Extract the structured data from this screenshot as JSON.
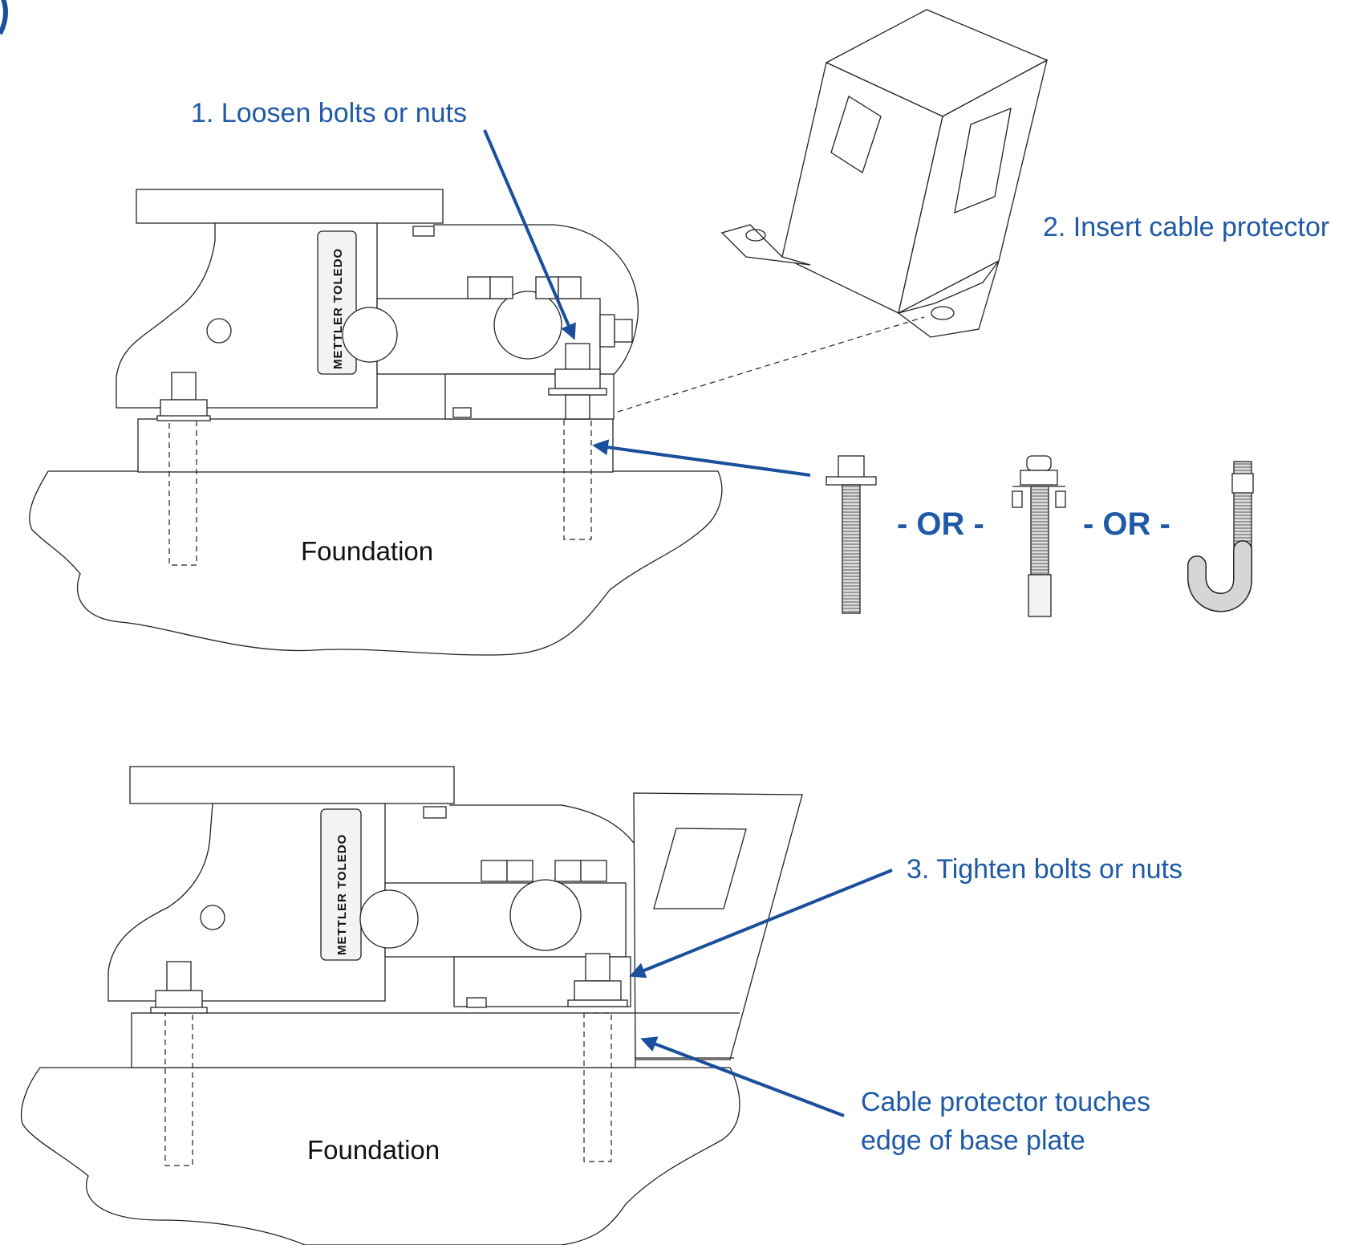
{
  "labels": {
    "step1": "1. Loosen bolts or nuts",
    "step2": "2. Insert cable protector",
    "step3": "3. Tighten bolts or nuts",
    "note_line1": "Cable protector touches",
    "note_line2": "edge of base plate",
    "foundation_top": "Foundation",
    "foundation_bottom": "Foundation",
    "or_1": "- OR -",
    "or_2": "- OR -",
    "brand_top": "METTLER TOLEDO",
    "brand_bottom": "METTLER TOLEDO"
  },
  "colors": {
    "label_blue": "#1f5aa6",
    "arrow_blue": "#1a4f9c",
    "line": "#222222"
  },
  "icons": [
    "hex-bolt-icon",
    "wedge-anchor-icon",
    "j-bolt-icon"
  ]
}
